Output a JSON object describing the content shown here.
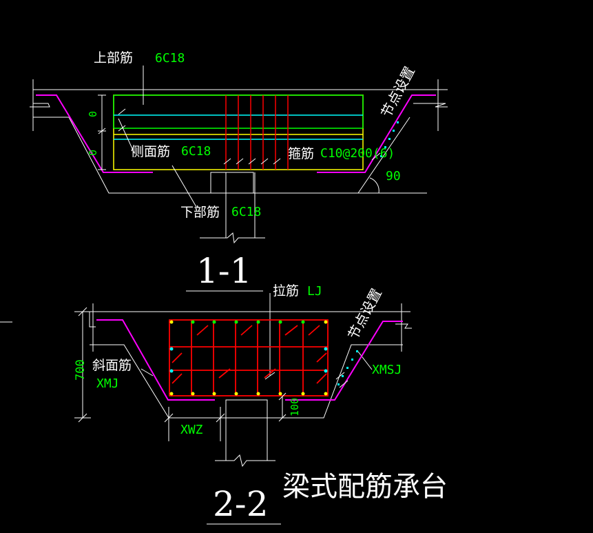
{
  "section1": {
    "title": "1-1",
    "top_bar_label": "上部筋",
    "top_bar_spec": "6C18",
    "side_bar_label": "侧面筋",
    "side_bar_spec": "6C18",
    "stirrup_label": "箍筋",
    "stirrup_spec": "C10@200(6)",
    "bottom_bar_label": "下部筋",
    "bottom_bar_spec": "6C18",
    "node_label": "节点设置",
    "angle": "90",
    "dim_a": "0",
    "dim_b": "0"
  },
  "section2": {
    "title": "2-2",
    "tie_label": "拉筋",
    "tie_spec": "LJ",
    "slope_label": "斜面筋",
    "slope_spec": "XMJ",
    "node_label": "节点设置",
    "xmsj": "XMSJ",
    "xwz": "XWZ",
    "dim_height": "700",
    "dim_cover": "100"
  },
  "caption": "梁式配筋承台",
  "colors": {
    "background": "#000000",
    "outline": "#ffffff",
    "rebar_top": "#00ff00",
    "rebar_side": "#00ffff",
    "stirrup": "#ff0000",
    "slope_rebar": "#ff00ff",
    "bottom": "#ffff00",
    "spec_text": "#00ff00"
  }
}
